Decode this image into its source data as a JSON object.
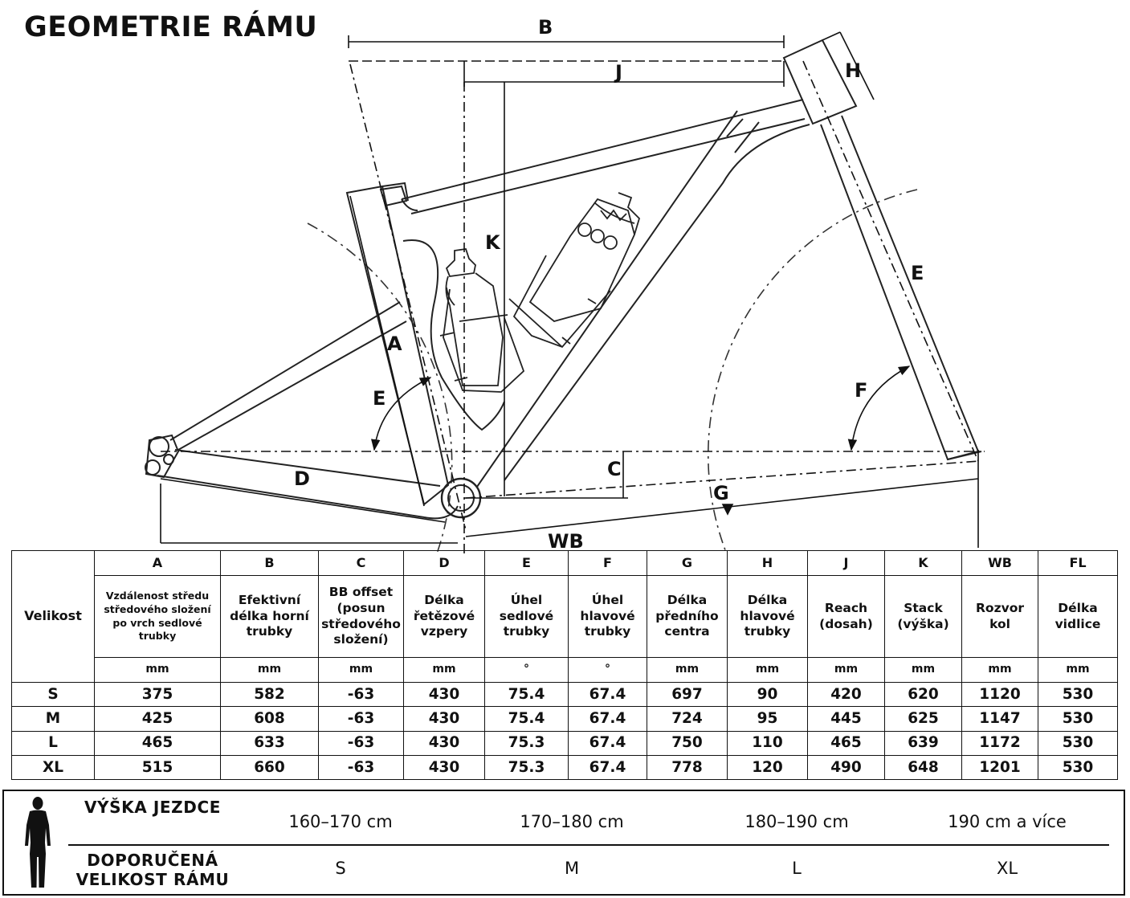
{
  "title": "GEOMETRIE RÁMU",
  "diagram": {
    "labels": {
      "A": "A",
      "B": "B",
      "C": "C",
      "D": "D",
      "E_seat": "E",
      "E_head": "E",
      "F": "F",
      "G": "G",
      "H": "H",
      "J": "J",
      "K": "K",
      "WB": "WB"
    }
  },
  "table": {
    "size_header": "Velikost",
    "columns": [
      {
        "letter": "A",
        "name": "Vzdálenost středu středového složení po vrch sedlové trubky",
        "unit": "mm"
      },
      {
        "letter": "B",
        "name": "Efektivní délka horní trubky",
        "unit": "mm"
      },
      {
        "letter": "C",
        "name": "BB offset (posun středového složení)",
        "unit": "mm"
      },
      {
        "letter": "D",
        "name": "Délka řetězové vzpery",
        "unit": "mm"
      },
      {
        "letter": "E",
        "name": "Úhel sedlové trubky",
        "unit": "°"
      },
      {
        "letter": "F",
        "name": "Úhel hlavové trubky",
        "unit": "°"
      },
      {
        "letter": "G",
        "name": "Délka předního centra",
        "unit": "mm"
      },
      {
        "letter": "H",
        "name": "Délka hlavové trubky",
        "unit": "mm"
      },
      {
        "letter": "J",
        "name": "Reach (dosah)",
        "unit": "mm"
      },
      {
        "letter": "K",
        "name": "Stack (výška)",
        "unit": "mm"
      },
      {
        "letter": "WB",
        "name": "Rozvor kol",
        "unit": "mm"
      },
      {
        "letter": "FL",
        "name": "Délka vidlice",
        "unit": "mm"
      }
    ],
    "rows": [
      {
        "size": "S",
        "values": [
          "375",
          "582",
          "-63",
          "430",
          "75.4",
          "67.4",
          "697",
          "90",
          "420",
          "620",
          "1120",
          "530"
        ]
      },
      {
        "size": "M",
        "values": [
          "425",
          "608",
          "-63",
          "430",
          "75.4",
          "67.4",
          "724",
          "95",
          "445",
          "625",
          "1147",
          "530"
        ]
      },
      {
        "size": "L",
        "values": [
          "465",
          "633",
          "-63",
          "430",
          "75.3",
          "67.4",
          "750",
          "110",
          "465",
          "639",
          "1172",
          "530"
        ]
      },
      {
        "size": "XL",
        "values": [
          "515",
          "660",
          "-63",
          "430",
          "75.3",
          "67.4",
          "778",
          "120",
          "490",
          "648",
          "1201",
          "530"
        ]
      }
    ]
  },
  "rider": {
    "height_label": "VÝŠKA JEZDCE",
    "size_label": "DOPORUČENÁ VELIKOST RÁMU",
    "heights": [
      "160–170 cm",
      "170–180 cm",
      "180–190 cm",
      "190 cm a více"
    ],
    "sizes": [
      "S",
      "M",
      "L",
      "XL"
    ]
  }
}
